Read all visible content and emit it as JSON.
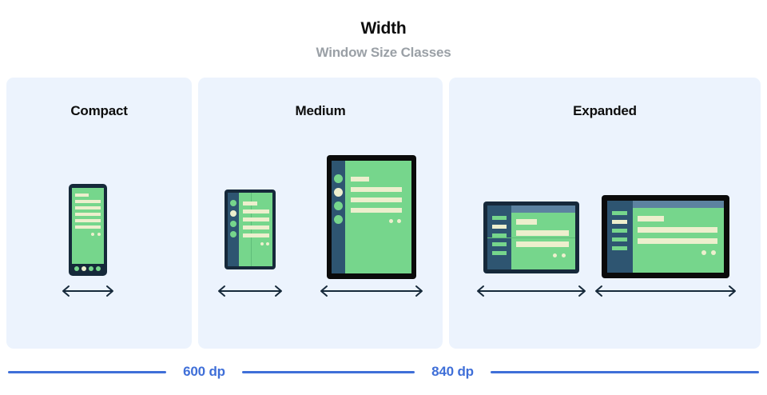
{
  "header": {
    "title": "Width",
    "subtitle": "Window Size Classes"
  },
  "panels": [
    {
      "id": "compact",
      "label": "Compact"
    },
    {
      "id": "medium",
      "label": "Medium"
    },
    {
      "id": "expanded",
      "label": "Expanded"
    }
  ],
  "breakpoints": [
    {
      "label": "600 dp"
    },
    {
      "label": "840 dp"
    }
  ],
  "colors": {
    "panel_background": "#ecf3fd",
    "page_background": "#ffffff",
    "title": "#0d0d0d",
    "subtitle": "#9aa0a6",
    "device_frame_navy": "#16293a",
    "device_frame_black": "#0b0b0b",
    "screen_green": "#76d68c",
    "content_cream": "#edefcd",
    "nav_rail_slate": "#2e5571",
    "app_bar_blue": "#5c82a0",
    "breakpoint_blue": "#3f6fd8",
    "arrow": "#16293a"
  },
  "devices": {
    "phone": {
      "name": "phone-portrait",
      "panel": "compact"
    },
    "foldable_closed": {
      "name": "foldable-closed-portrait",
      "panel": "medium"
    },
    "tablet_portrait": {
      "name": "tablet-portrait",
      "panel": "medium"
    },
    "foldable_open": {
      "name": "foldable-open-landscape",
      "panel": "expanded"
    },
    "tablet_landscape": {
      "name": "tablet-landscape",
      "panel": "expanded"
    }
  }
}
